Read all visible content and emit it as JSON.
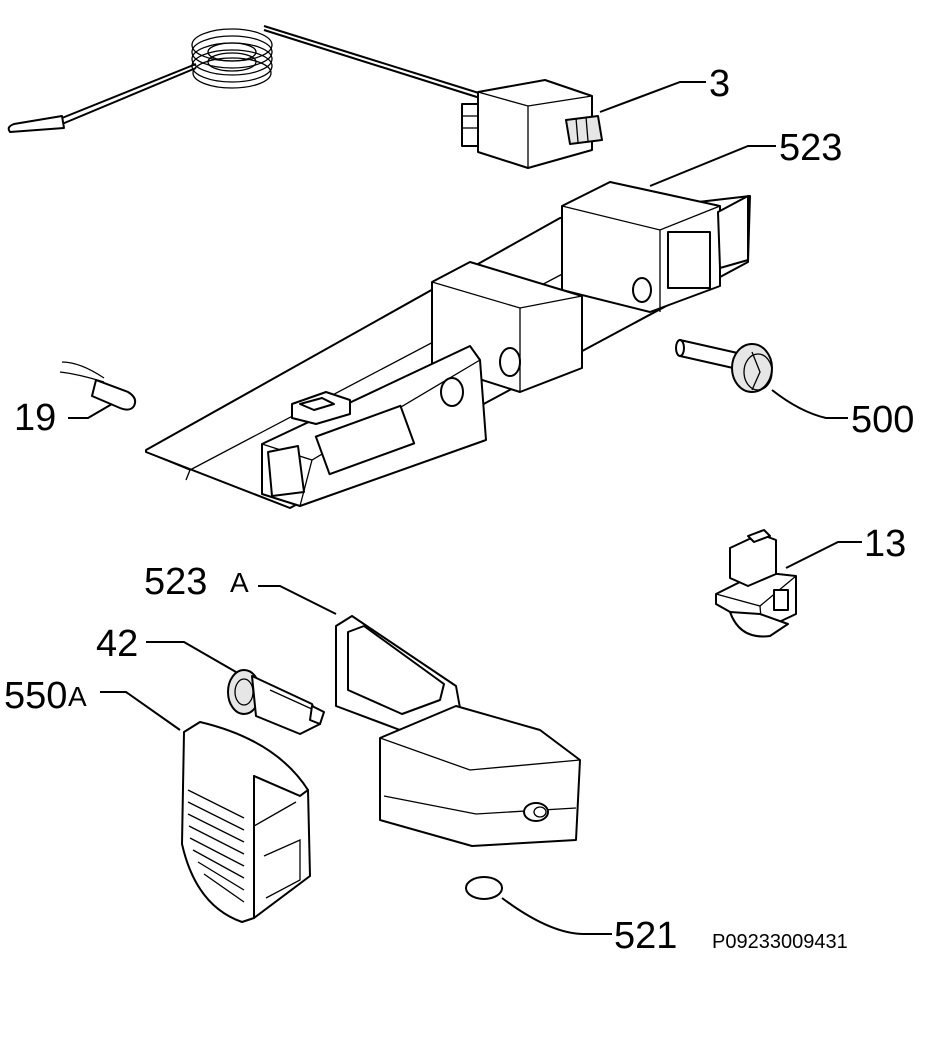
{
  "labels": {
    "p3": "3",
    "p523": "523",
    "p19": "19",
    "p500": "500",
    "p13": "13",
    "p523a_num": "523",
    "p523a_suffix": "A",
    "p42": "42",
    "p550a_num": "550",
    "p550a_suffix": "A",
    "p521": "521",
    "drawing_code": "P09233009431"
  }
}
